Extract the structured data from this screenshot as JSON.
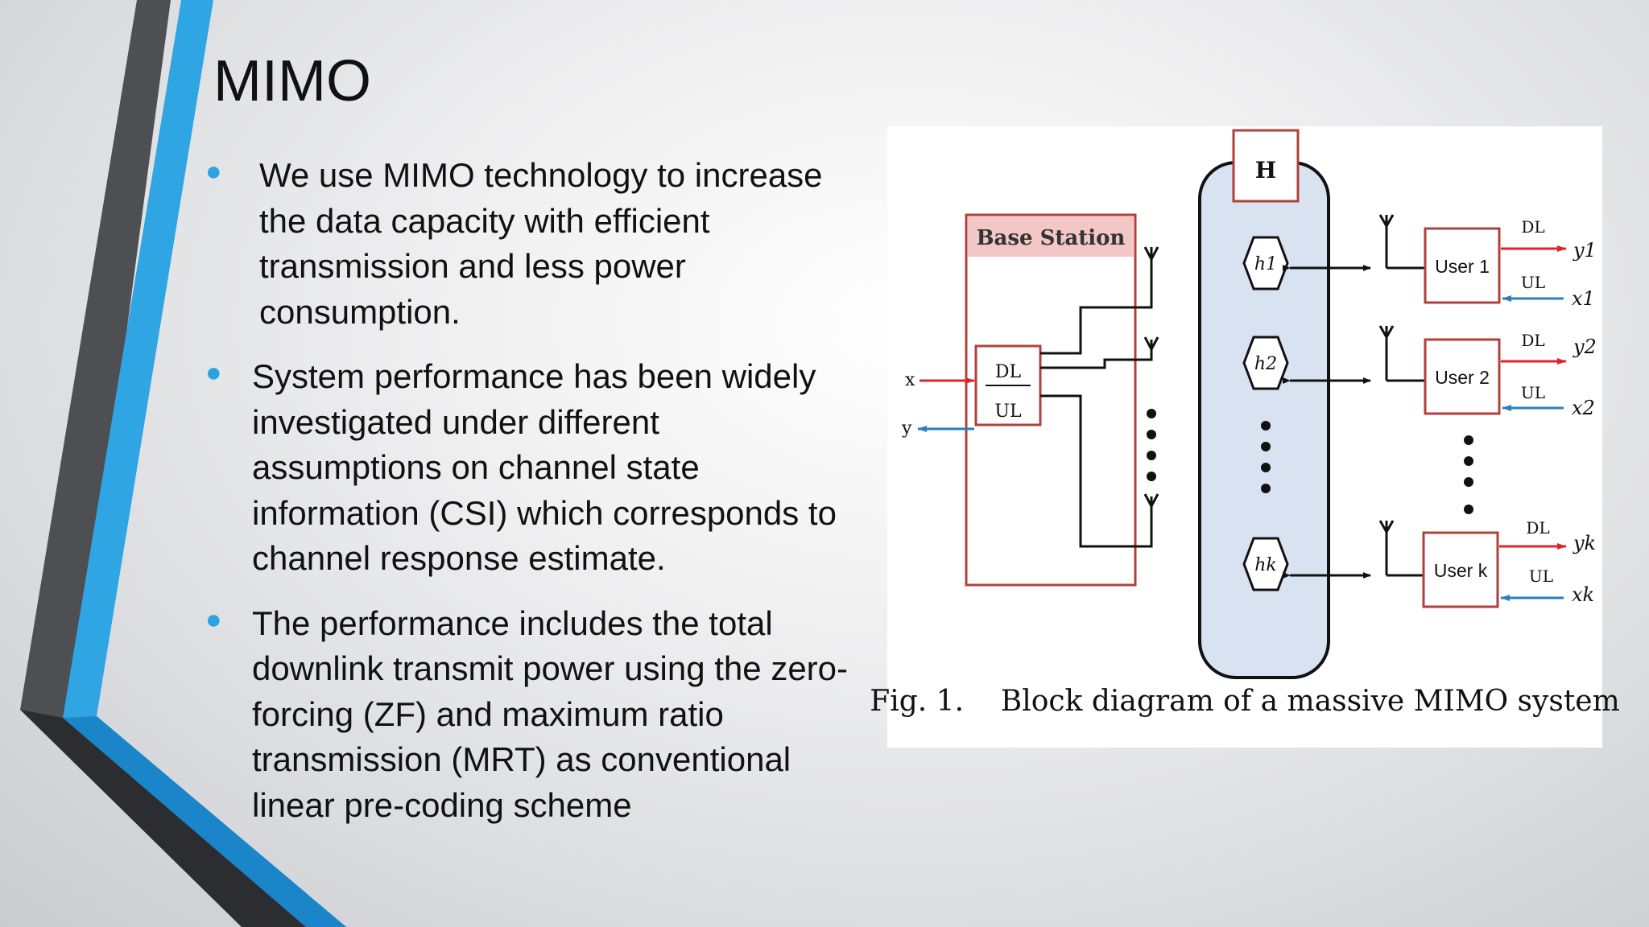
{
  "slide": {
    "title": "MIMO",
    "bullets": [
      "We use MIMO technology to increase the data capacity with efficient transmission and less power consumption.",
      "System performance has been widely investigated under different assumptions on channel state information (CSI) which corresponds to channel response estimate.",
      "The performance includes the total downlink transmit power using the zero-forcing (ZF) and maximum ratio transmission (MRT) as conventional linear pre-coding scheme"
    ],
    "bullet_color": "#2aa3e0"
  },
  "figure": {
    "caption": "Fig. 1.    Block diagram of a massive MIMO system",
    "base_station_label": "Base Station",
    "channel_label": "H",
    "dl": "DL",
    "ul": "UL",
    "input_x": "x",
    "output_y": "y",
    "channels": [
      "h1",
      "h2",
      "hk"
    ],
    "users": [
      {
        "label": "User 1",
        "dl": "DL",
        "ul": "UL",
        "y": "y1",
        "x": "x1"
      },
      {
        "label": "User 2",
        "dl": "DL",
        "ul": "UL",
        "y": "y2",
        "x": "x2"
      },
      {
        "label": "User k",
        "dl": "DL",
        "ul": "UL",
        "y": "yk",
        "x": "xk"
      }
    ],
    "colors": {
      "dl_arrow": "#e0242e",
      "ul_arrow": "#2b7fc0",
      "box_border": "#b0403c",
      "channel_fill": "#d9e2f1",
      "bs_header": "#f2c7c5"
    }
  }
}
